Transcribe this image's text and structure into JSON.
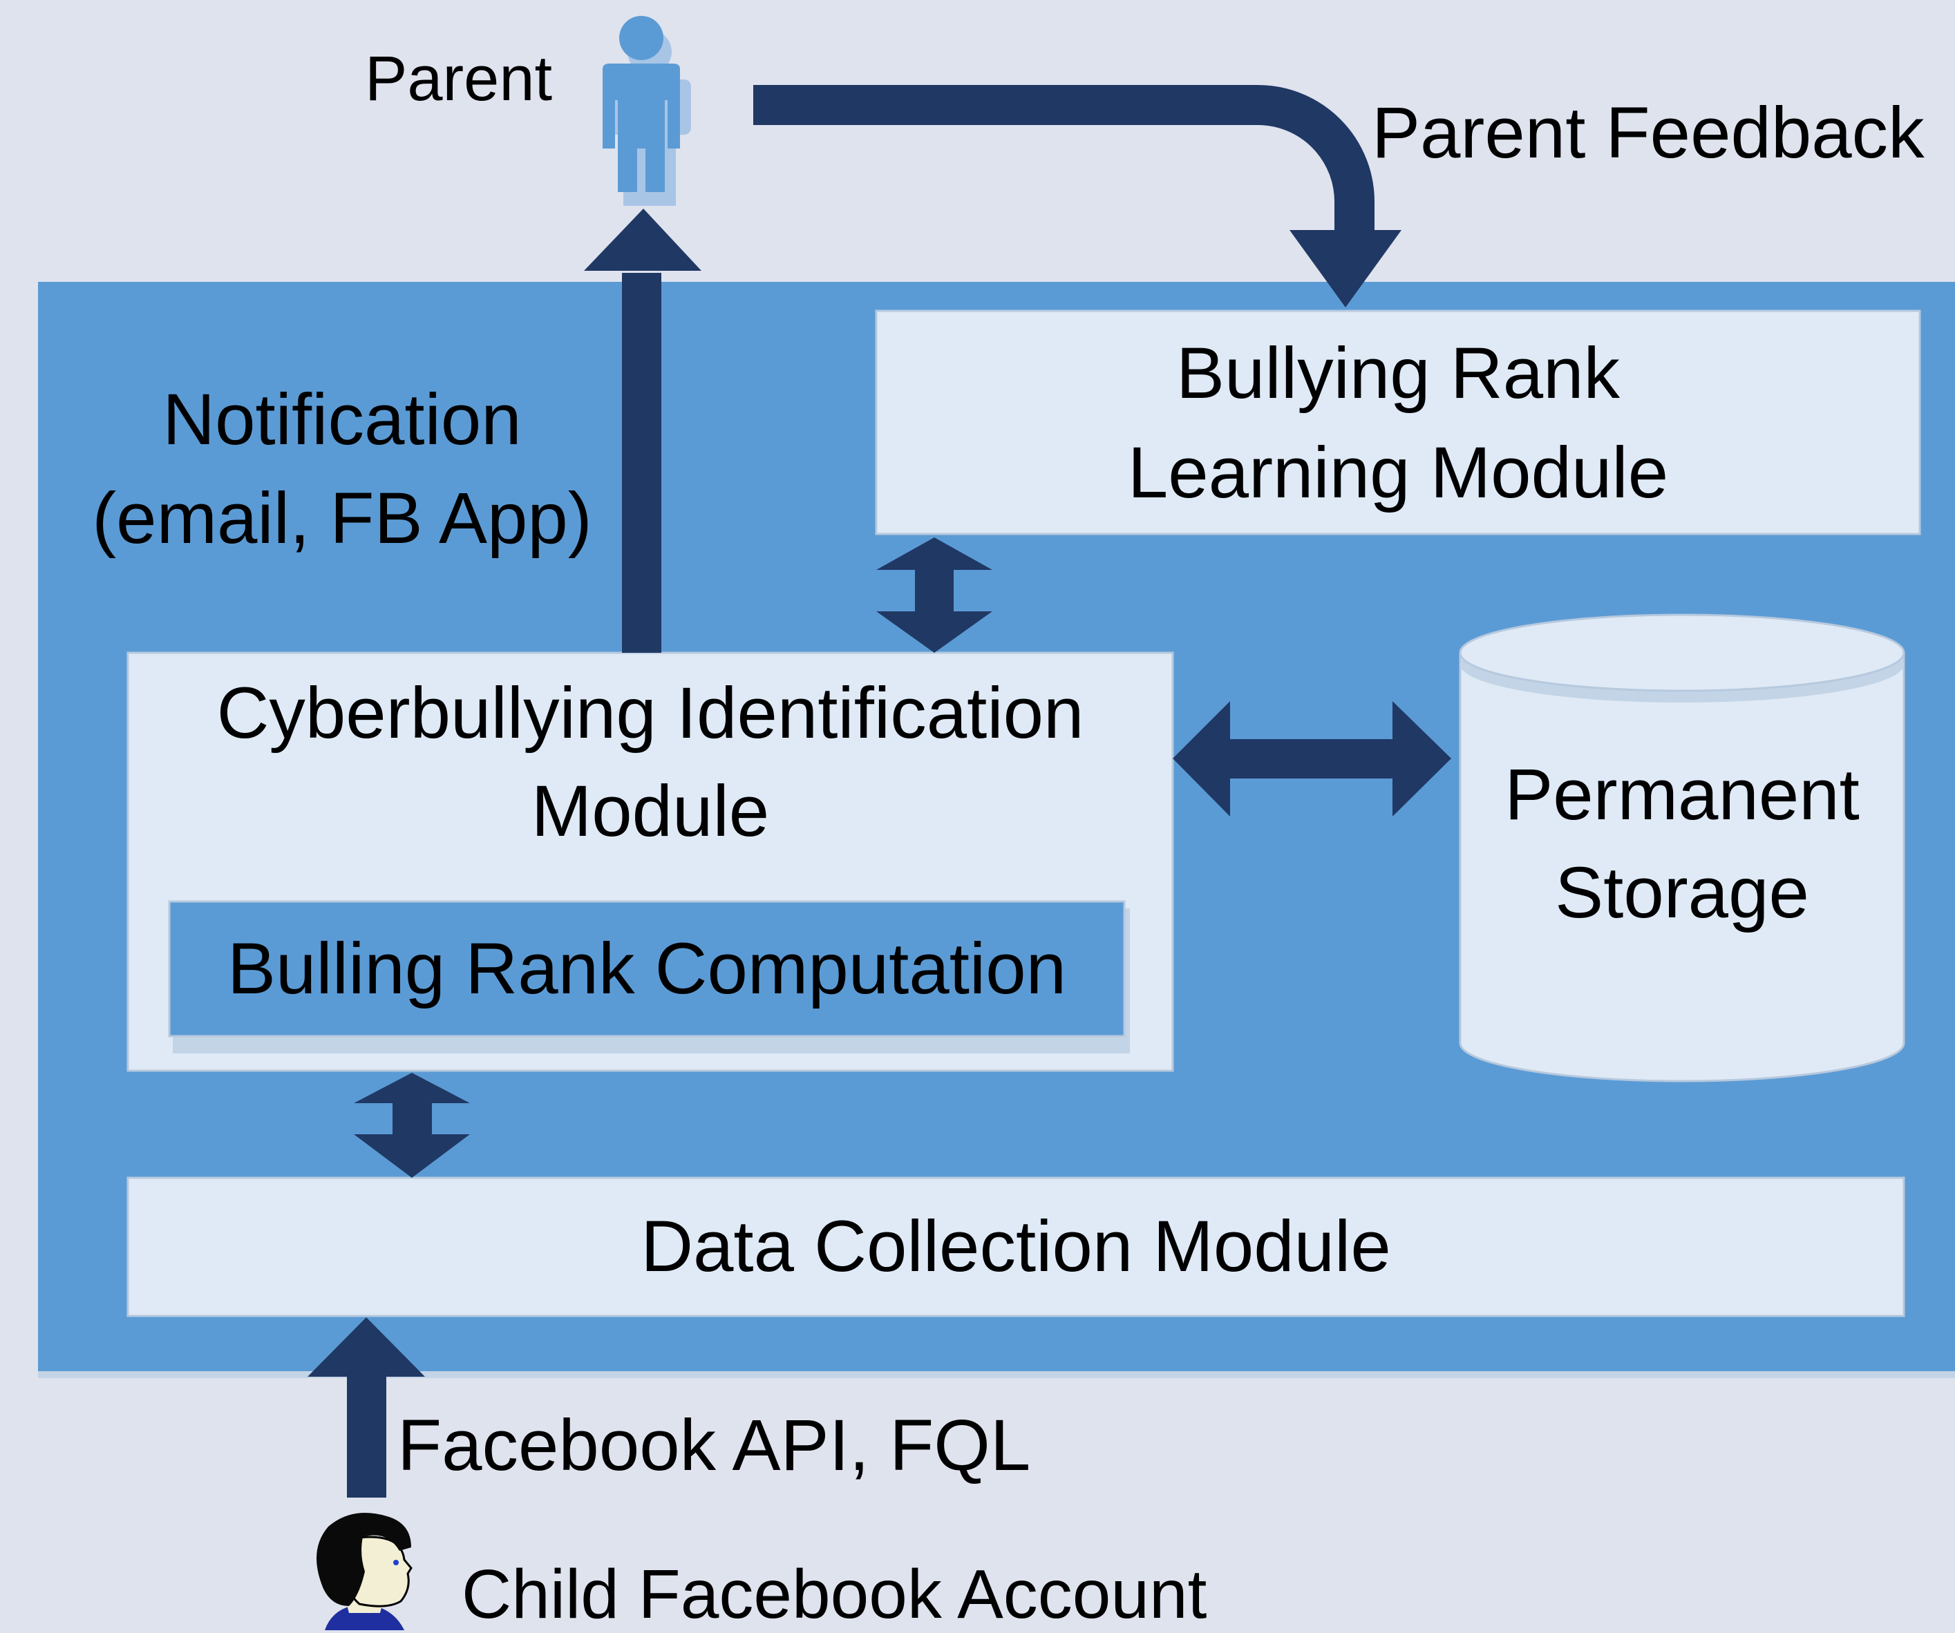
{
  "colors": {
    "background": "#dfe3ee",
    "system_panel": "#5b9bd5",
    "panel_shadow": "#c3d4e6",
    "module_box": "#dfeaf6",
    "arrow": "#203864",
    "person_icon": "#5b9bd5"
  },
  "labels": {
    "parent": "Parent",
    "parent_feedback": "Parent Feedback",
    "notification_line1": "Notification",
    "notification_line2": "(email, FB App)",
    "facebook_api": "Facebook API, FQL",
    "child_account": "Child Facebook Account"
  },
  "modules": {
    "bullying_rank_learning": {
      "line1": "Bullying Rank",
      "line2": "Learning Module"
    },
    "cyberbullying_identification": {
      "line1": "Cyberbullying Identification",
      "line2": "Module"
    },
    "bulling_rank_computation": "Bulling Rank Computation",
    "permanent_storage": {
      "line1": "Permanent",
      "line2": "Storage"
    },
    "data_collection": "Data Collection Module"
  },
  "icons": {
    "parent": "person-icon",
    "child": "child-avatar-icon",
    "storage": "database-cylinder-icon"
  }
}
